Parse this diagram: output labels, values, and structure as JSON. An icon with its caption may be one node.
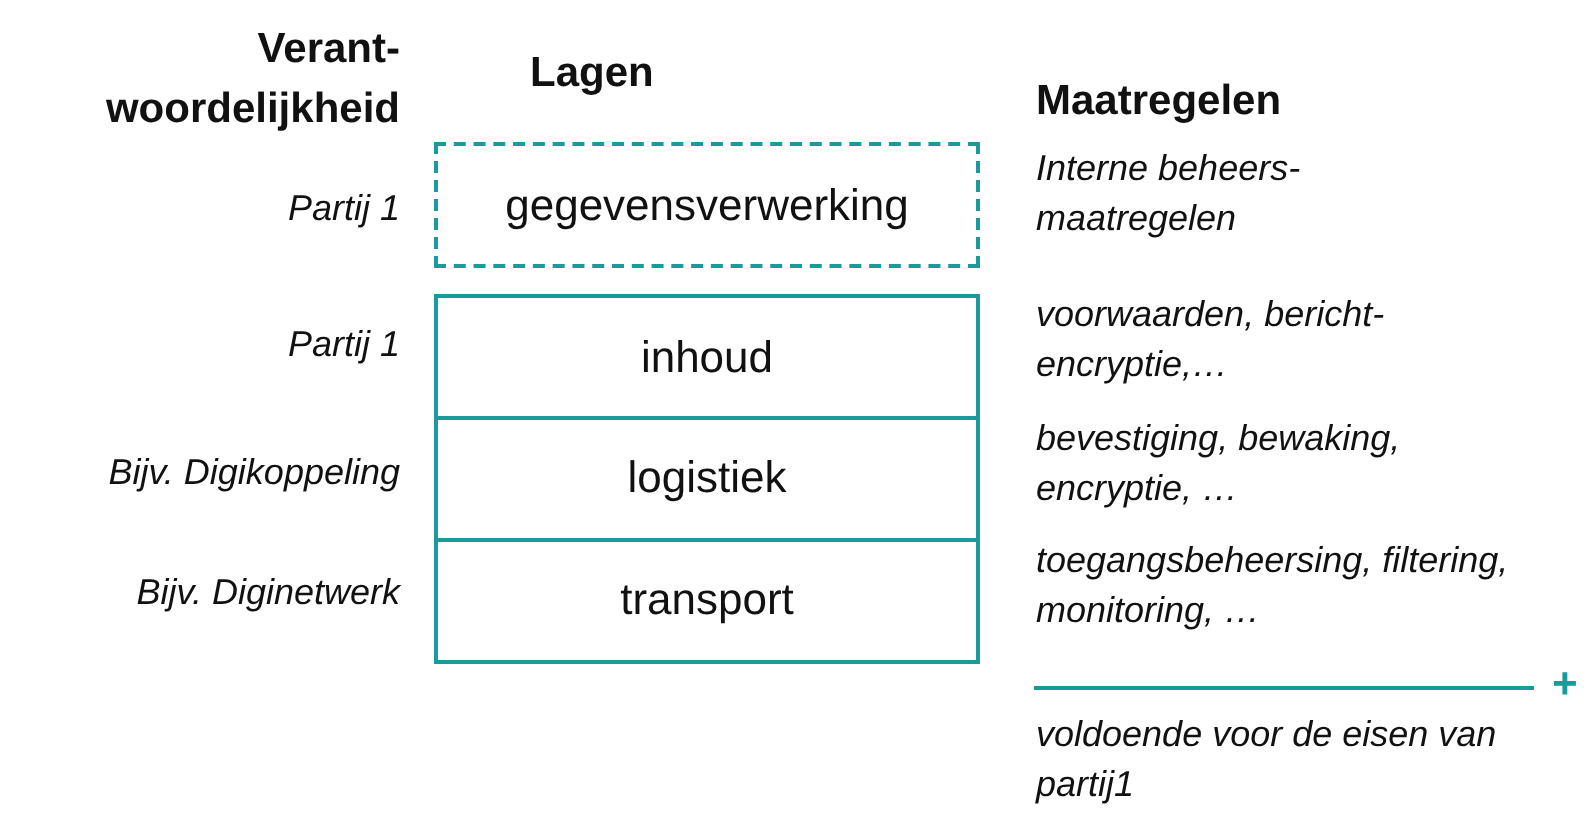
{
  "diagram": {
    "nodes": [
      {
        "text": [
          "gegevensverwerking"
        ]
      },
      {
        "text": [
          "inhoud"
        ]
      },
      {
        "text": [
          "logistiek"
        ]
      },
      {
        "text": [
          "transport"
        ]
      }
    ],
    "labels": [
      "Verant- woordelijkheid",
      "Lagen",
      "Maatregelen",
      "Partij 1",
      "Interne beheers- maatregelen",
      "Partij 1",
      "voorwaarden, bericht- encryptie,…",
      "Bijv. Digikoppeling",
      "bevestiging, bewaking, encryptie, …",
      "Bijv. Diginetwerk",
      "toegangsbeheersing, filtering, monitoring, …",
      "+",
      "voldoende voor de eisen van partij1"
    ]
  }
}
